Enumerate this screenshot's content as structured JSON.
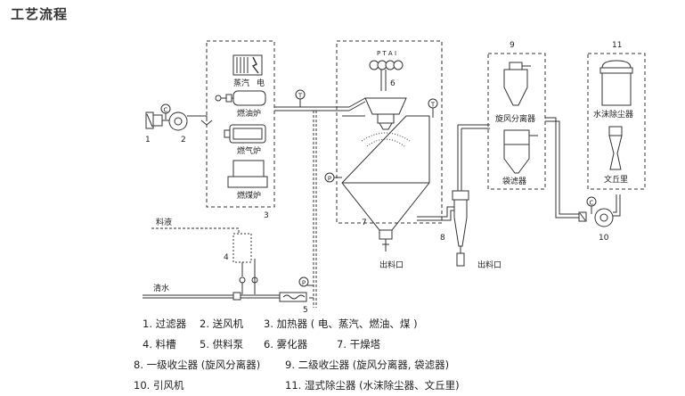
{
  "title": "工艺流程",
  "labels": {
    "heater_electric": "电",
    "heater_steam": "蒸汽",
    "oil_furnace": "燃油炉",
    "gas_furnace": "燃气炉",
    "coal_furnace": "燃煤炉",
    "cyclone": "旋风分离器",
    "bag_filter": "袋滤器",
    "water_film": "水沫除尘器",
    "venturi": "文丘里",
    "feed_liquid": "料液",
    "clean_water": "清水",
    "outlet_tower": "出料口",
    "outlet_cyclone": "出料口",
    "instruments": "P T A I",
    "gauge_t1": "T",
    "gauge_t2": "T",
    "gauge_p1": "P",
    "gauge_p2": "P",
    "gauge_c1": "C",
    "gauge_c2": "C"
  },
  "numbers": [
    "1",
    "2",
    "3",
    "4",
    "5",
    "6",
    "7",
    "8",
    "9",
    "10",
    "11"
  ],
  "legend": [
    [
      "1. 过滤器",
      "2. 送风机",
      "3. 加热器 ( 电、蒸汽、燃油、煤 )"
    ],
    [
      "4. 料槽",
      "5. 供料泵",
      "6. 雾化器",
      "7. 干燥塔"
    ],
    [
      "8. 一级收尘器 (旋风分离器)",
      "9. 二级收尘器 (旋风分离器, 袋滤器)"
    ],
    [
      "10. 引风机",
      "11. 湿式除尘器 (水沫除尘器、文丘里)"
    ]
  ]
}
